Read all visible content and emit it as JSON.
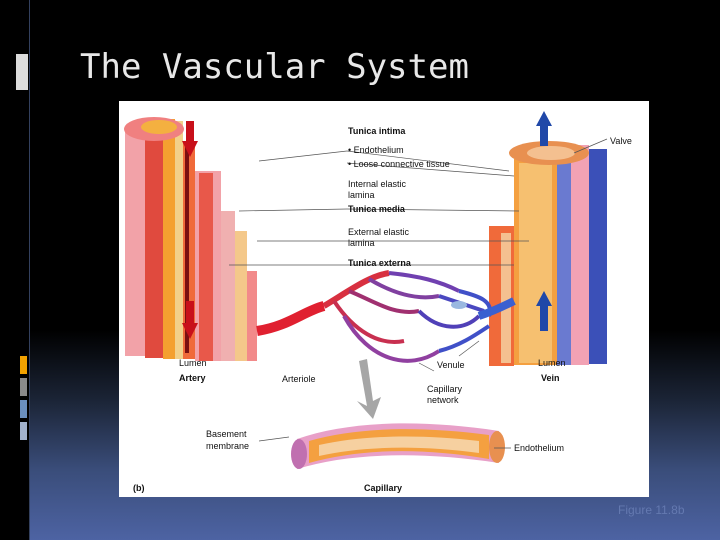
{
  "slide": {
    "title": "The Vascular System",
    "caption": "Figure 11.8b"
  },
  "sidebar_marks": [
    "#f2a200",
    "#8a8a8a",
    "#6a8fbf",
    "#a2b2cc"
  ],
  "figure": {
    "panel_label": "(b)",
    "labels": {
      "tunica_intima": "Tunica intima",
      "endothelium_top": "• Endothelium",
      "loose_tissue": "• Loose connective tissue",
      "internal_elastic_1": "Internal elastic",
      "internal_elastic_2": "lamina",
      "tunica_media": "Tunica media",
      "external_elastic_1": "External elastic",
      "external_elastic_2": "lamina",
      "tunica_externa": "Tunica externa",
      "valve": "Valve",
      "lumen_left": "Lumen",
      "artery": "Artery",
      "arteriole": "Arteriole",
      "venule": "Venule",
      "lumen_right": "Lumen",
      "vein": "Vein",
      "capillary_network_1": "Capillary",
      "capillary_network_2": "network",
      "basement_1": "Basement",
      "basement_2": "membrane",
      "endothelium_bottom": "Endothelium",
      "capillary": "Capillary"
    }
  }
}
